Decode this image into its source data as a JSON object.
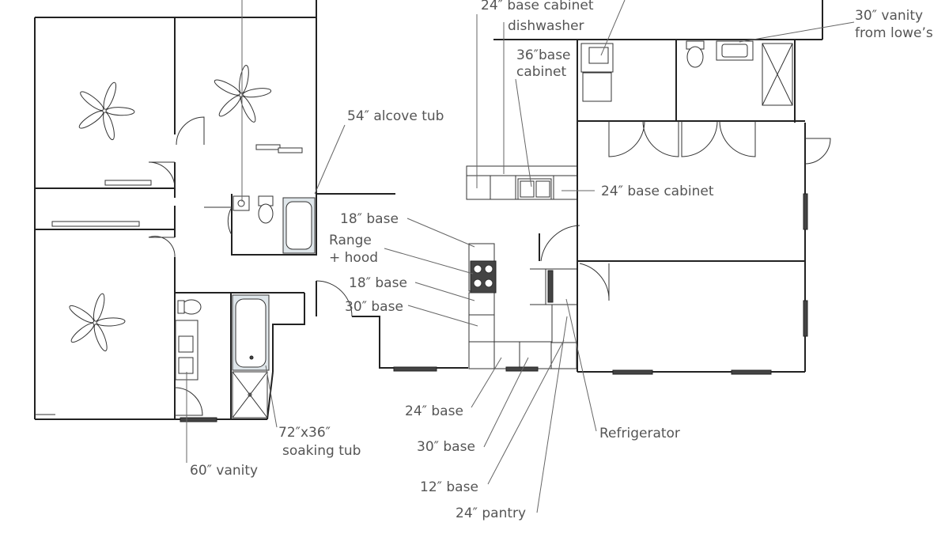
{
  "labels": {
    "base_cabinet_24_top": "24″ base cabinet",
    "dishwasher": "dishwasher",
    "base_cabinet_36_a": "36″base",
    "base_cabinet_36_b": "cabinet",
    "vanity_30_a": "30″ vanity",
    "vanity_30_b": "from lowe’s",
    "alcove_tub": "54″ alcove tub",
    "base_cabinet_24_right": "24″ base cabinet",
    "base_18_top": "18″ base",
    "range_a": "Range",
    "range_b": "+ hood",
    "base_18_mid": "18″ base",
    "base_30_mid": "30″ base",
    "base_24_bottom": "24″ base",
    "base_30_bottom": "30″ base",
    "base_12_bottom": "12″ base",
    "pantry_24": "24″ pantry",
    "refrigerator": "Refrigerator",
    "soaking_tub_a": "72″x36″",
    "soaking_tub_b": "soaking tub",
    "vanity_60": "60″ vanity"
  },
  "icons": [
    "ceiling-fan-icon",
    "sink-icon",
    "toilet-icon",
    "bathtub-icon",
    "shower-icon",
    "range-icon",
    "door-swing-icon"
  ]
}
